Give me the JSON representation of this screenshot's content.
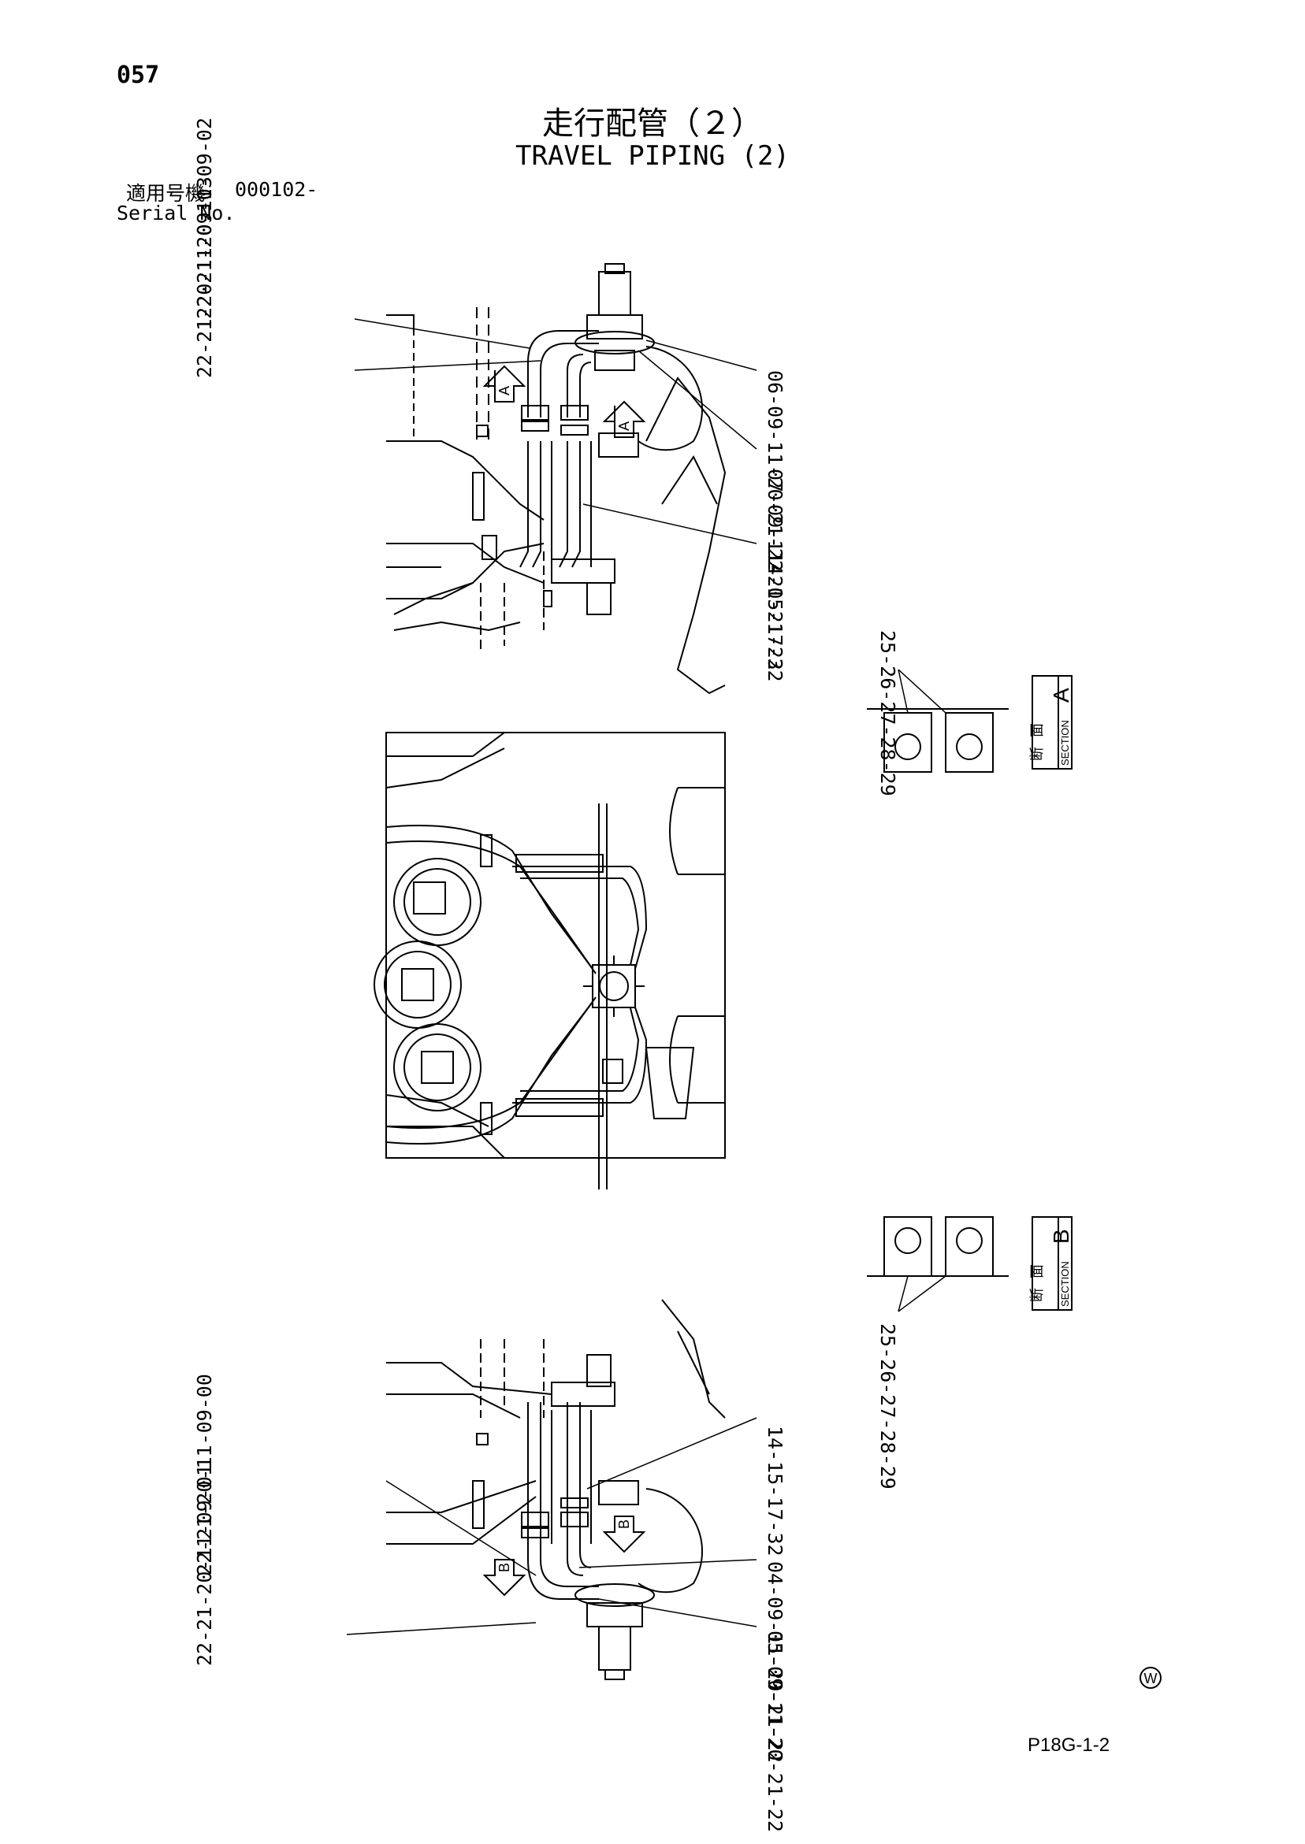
{
  "header": {
    "page_number": "057",
    "title_jp": "走行配管（２）",
    "title_en": "TRAVEL PIPING (2)",
    "serial_label_jp": "適用号機",
    "serial_value": "000102-",
    "serial_label_en": "Serial No."
  },
  "callouts": {
    "top_left_1": "22-21-20-11-09-02",
    "top_left_2": "22-21-20-11-09-03",
    "top_right_1": "06-09-11-20-21-22",
    "top_right_2": "07-09-11-20-21-22",
    "top_right_3": "14-15-17-32",
    "bottom_right_1": "14-15-17-32",
    "bottom_left_1": "22-21-20-11-09-00",
    "bottom_left_2": "22-21-20-11-09-01",
    "bottom_right_2": "04-09-11-20-21-22",
    "bottom_right_3": "05-09-11-20-21-22",
    "section_a_parts": "25-26-27-28-29",
    "section_b_parts": "25-26-27-28-29"
  },
  "section_a": {
    "kanji_1": "断",
    "kanji_2": "面",
    "word": "SECTION",
    "letter": "A"
  },
  "section_b": {
    "kanji_1": "断",
    "kanji_2": "面",
    "word": "SECTION",
    "letter": "B"
  },
  "view_markers": {
    "a1": "A",
    "a2": "A",
    "b1": "B",
    "b2": "B"
  },
  "footer": {
    "drawing_code": "P18G-1-2",
    "revision_mark": "W"
  }
}
